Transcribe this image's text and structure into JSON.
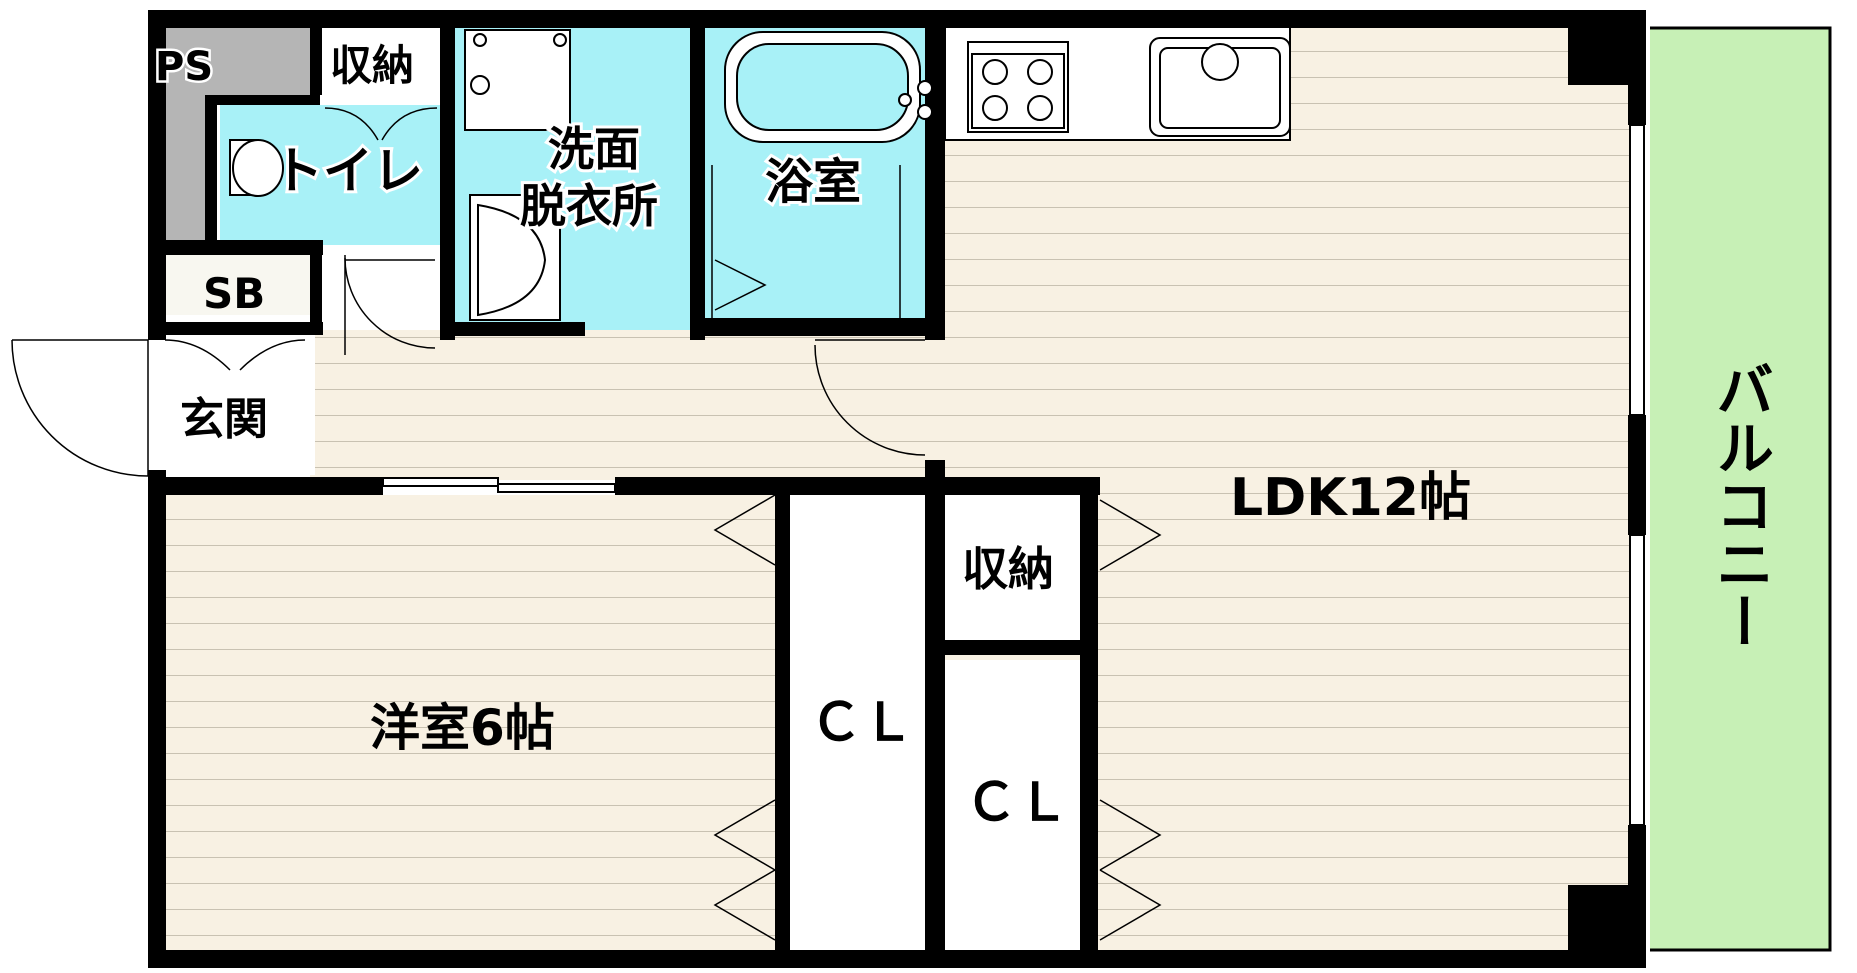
{
  "rooms": {
    "ps": "PS",
    "storage_top": "収納",
    "toilet": "トイレ",
    "washroom_line1": "洗面",
    "washroom_line2": "脱衣所",
    "bathroom": "浴室",
    "shoe_box": "SB",
    "entrance": "玄関",
    "ldk": "LDK12帖",
    "western_room": "洋室6帖",
    "closet_left": "ＣＬ",
    "storage_mid": "収納",
    "closet_right": "ＣＬ",
    "balcony": "バルコニー"
  },
  "colors": {
    "wall": "#000000",
    "floor": "#f8f1e3",
    "floor_line": "#c9c2b2",
    "wet_area": "#a8f1f7",
    "balcony": "#c7f0b6",
    "ps_gray": "#b5b5b5",
    "utility_light": "#f8f7f0"
  }
}
